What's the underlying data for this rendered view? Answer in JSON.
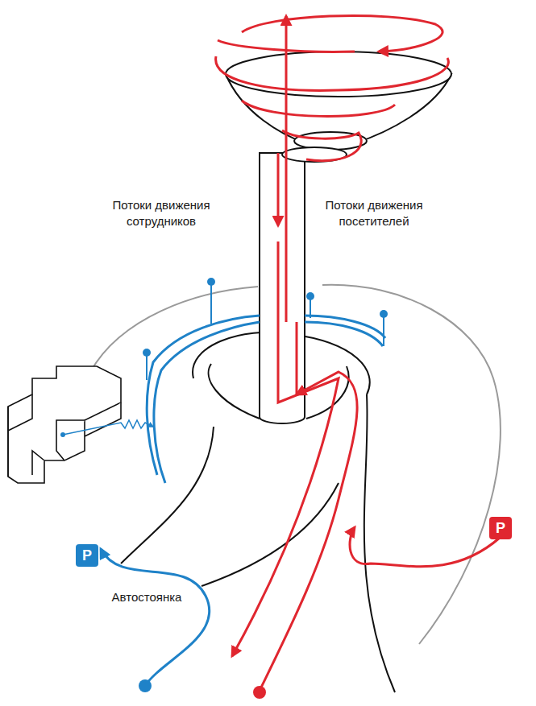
{
  "diagram": {
    "nodes": [
      {
        "text": [
          "P"
        ]
      },
      {
        "text": [
          "P"
        ]
      }
    ],
    "labels": [
      "Потоки движения сотрудников",
      "Потоки движения посетителей",
      "Автостоянка"
    ]
  }
}
